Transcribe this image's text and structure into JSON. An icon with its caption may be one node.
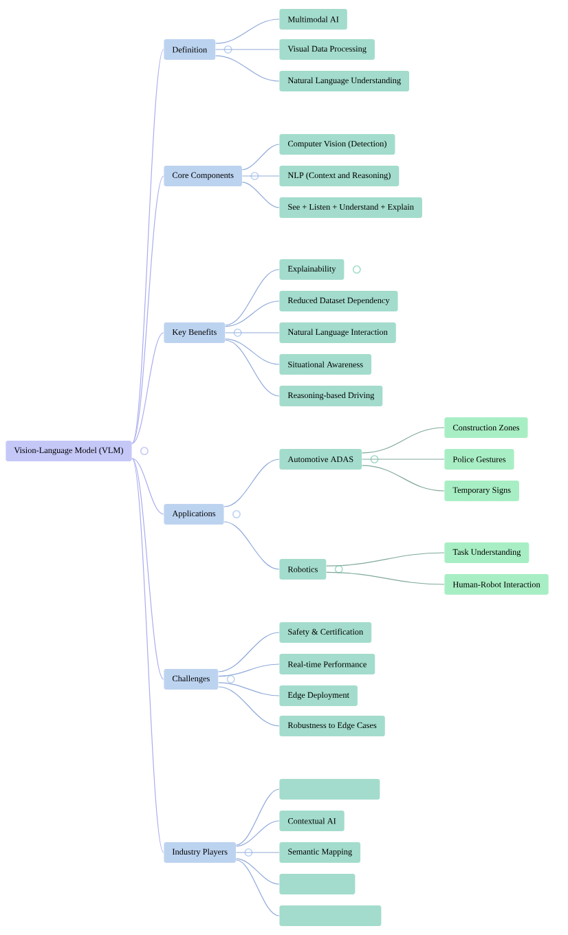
{
  "diagram": {
    "nodes": [
      {
        "text": [
          "Vision-Language Model (VLM)"
        ]
      },
      {
        "text": [
          "Definition"
        ]
      },
      {
        "text": [
          "Multimodal AI"
        ]
      },
      {
        "text": [
          "Visual Data Processing"
        ]
      },
      {
        "text": [
          "Natural Language Understanding"
        ]
      },
      {
        "text": [
          "Core Components"
        ]
      },
      {
        "text": [
          "Computer Vision (Detection)"
        ]
      },
      {
        "text": [
          "NLP (Context and Reasoning)"
        ]
      },
      {
        "text": [
          "See + Listen + Understand + Explain"
        ]
      },
      {
        "text": [
          "Key Benefits"
        ]
      },
      {
        "text": [
          "Explainability"
        ]
      },
      {
        "text": [
          "Reduced Dataset Dependency"
        ]
      },
      {
        "text": [
          "Natural Language Interaction"
        ]
      },
      {
        "text": [
          "Situational Awareness"
        ]
      },
      {
        "text": [
          "Reasoning-based Driving"
        ]
      },
      {
        "text": [
          "Applications"
        ]
      },
      {
        "text": [
          "Automotive ADAS"
        ]
      },
      {
        "text": [
          "Construction Zones"
        ]
      },
      {
        "text": [
          "Police Gestures"
        ]
      },
      {
        "text": [
          "Temporary Signs"
        ]
      },
      {
        "text": [
          "Robotics"
        ]
      },
      {
        "text": [
          "Task Understanding"
        ]
      },
      {
        "text": [
          "Human-Robot Interaction"
        ]
      },
      {
        "text": [
          "Challenges"
        ]
      },
      {
        "text": [
          "Safety & Certification"
        ]
      },
      {
        "text": [
          "Real-time Performance"
        ]
      },
      {
        "text": [
          "Edge Deployment"
        ]
      },
      {
        "text": [
          "Robustness to Edge Cases"
        ]
      },
      {
        "text": [
          "Industry Players"
        ]
      },
      {
        "text": [],
        "shape": "box"
      },
      {
        "text": [
          "Contextual AI"
        ]
      },
      {
        "text": [
          "Semantic Mapping"
        ]
      },
      {
        "text": [],
        "shape": "box"
      },
      {
        "text": [],
        "shape": "box"
      }
    ],
    "edges": [
      {
        "from": 0,
        "to": 1,
        "arrow": "none"
      },
      {
        "from": 0,
        "to": 5,
        "arrow": "none"
      },
      {
        "from": 0,
        "to": 9,
        "arrow": "none"
      },
      {
        "from": 0,
        "to": 15,
        "arrow": "none"
      },
      {
        "from": 0,
        "to": 23,
        "arrow": "none"
      },
      {
        "from": 0,
        "to": 28,
        "arrow": "none"
      },
      {
        "from": 1,
        "to": 2,
        "arrow": "none"
      },
      {
        "from": 1,
        "to": 3,
        "arrow": "none"
      },
      {
        "from": 1,
        "to": 4,
        "arrow": "none"
      },
      {
        "from": 5,
        "to": 6,
        "arrow": "none"
      },
      {
        "from": 5,
        "to": 7,
        "arrow": "none"
      },
      {
        "from": 5,
        "to": 8,
        "arrow": "none"
      },
      {
        "from": 9,
        "to": 10,
        "arrow": "none"
      },
      {
        "from": 9,
        "to": 11,
        "arrow": "none"
      },
      {
        "from": 9,
        "to": 12,
        "arrow": "none"
      },
      {
        "from": 9,
        "to": 13,
        "arrow": "none"
      },
      {
        "from": 9,
        "to": 14,
        "arrow": "none"
      },
      {
        "from": 15,
        "to": 16,
        "arrow": "none"
      },
      {
        "from": 15,
        "to": 20,
        "arrow": "none"
      },
      {
        "from": 16,
        "to": 17,
        "arrow": "none"
      },
      {
        "from": 16,
        "to": 18,
        "arrow": "none"
      },
      {
        "from": 16,
        "to": 19,
        "arrow": "none"
      },
      {
        "from": 20,
        "to": 21,
        "arrow": "none"
      },
      {
        "from": 20,
        "to": 22,
        "arrow": "none"
      },
      {
        "from": 23,
        "to": 24,
        "arrow": "none"
      },
      {
        "from": 23,
        "to": 25,
        "arrow": "none"
      },
      {
        "from": 23,
        "to": 26,
        "arrow": "none"
      },
      {
        "from": 23,
        "to": 27,
        "arrow": "none"
      },
      {
        "from": 28,
        "to": 29,
        "arrow": "none"
      },
      {
        "from": 28,
        "to": 30,
        "arrow": "none"
      },
      {
        "from": 28,
        "to": 31,
        "arrow": "none"
      },
      {
        "from": 28,
        "to": 32,
        "arrow": "none"
      },
      {
        "from": 28,
        "to": 33,
        "arrow": "none"
      }
    ]
  }
}
